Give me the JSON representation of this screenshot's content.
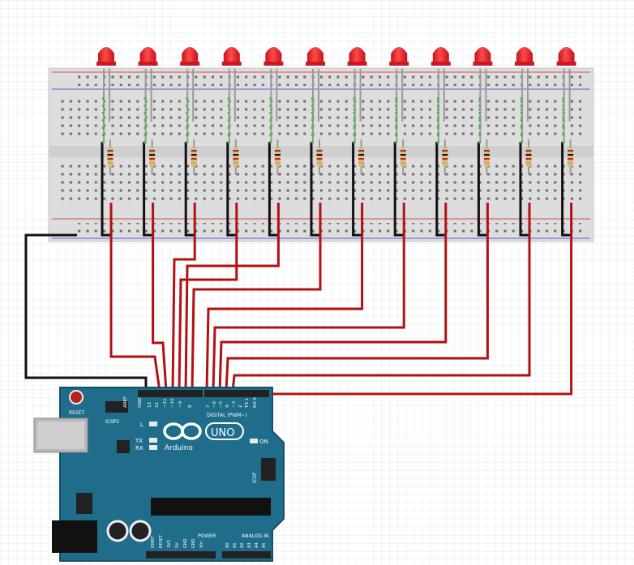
{
  "colors": {
    "grid": "#e3e7ee",
    "breadboard": "#dcdcdc",
    "rail_red": "#d84a4a",
    "rail_blue": "#4a5fd8",
    "led_red": "#e81f2a",
    "wire_red": "#b01212",
    "wire_black": "#111111",
    "hole_green": "#3fbf3f",
    "board_teal": "#1f6d8a"
  },
  "circuit": {
    "led_count": 12,
    "led_icon": "red-led-icon",
    "resistor_icon": "resistor-icon"
  },
  "arduino": {
    "reset_label": "RESET",
    "icsp2_label": "ICSP2",
    "icsp_label": "ICSP",
    "l_label": "L",
    "tx_label": "TX",
    "rx_label": "RX",
    "on_label": "ON",
    "brand_text": "Arduino",
    "model_text": "UNO",
    "digital_label": "DIGITAL (PWM~)",
    "power_label": "POWER",
    "analog_label": "ANALOG IN",
    "pin_labels_left": [
      "AREF",
      "GND",
      "13",
      "12",
      "~11",
      "~10",
      "~9",
      "8"
    ],
    "pin_labels_right": [
      "7",
      "~6",
      "~5",
      "4",
      "~3",
      "2",
      "TX 1",
      "RX 0"
    ],
    "power_pins": [
      "IOREF",
      "RESET",
      "3V3",
      "5V",
      "GND",
      "GND",
      "Vin"
    ],
    "analog_pins": [
      "A0",
      "A1",
      "A2",
      "A3",
      "A4",
      "A5"
    ]
  }
}
